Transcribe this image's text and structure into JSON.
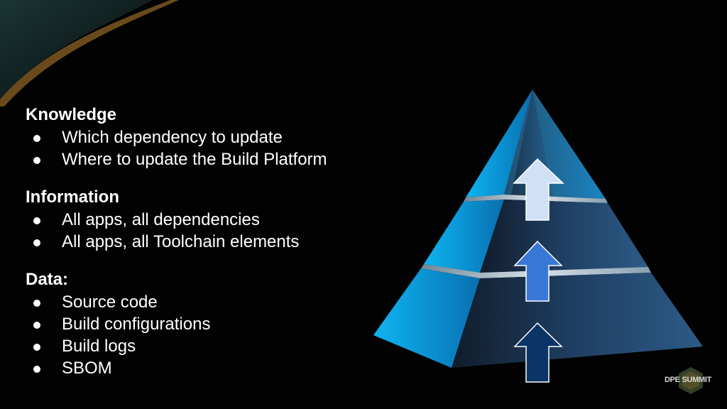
{
  "sections": [
    {
      "heading": "Knowledge",
      "items": [
        "Which dependency to update",
        "Where to update the Build Platform"
      ]
    },
    {
      "heading": "Information",
      "items": [
        "All apps, all dependencies",
        "All apps, all Toolchain elements"
      ]
    },
    {
      "heading": "Data:",
      "items": [
        "Source code",
        "Build configurations",
        "Build logs",
        "SBOM"
      ]
    }
  ],
  "pyramid": {
    "tiers": 3,
    "arrow_colors": [
      "#cfe0f7",
      "#3a78d8",
      "#0b3566"
    ],
    "face_color": "#0aa8e8",
    "side_color": "#1c3a5c"
  },
  "logo": {
    "text": "DPE SUMMIT"
  },
  "colors": {
    "background": "#020202",
    "text": "#ffffff",
    "accent": "#6a4a1c"
  }
}
